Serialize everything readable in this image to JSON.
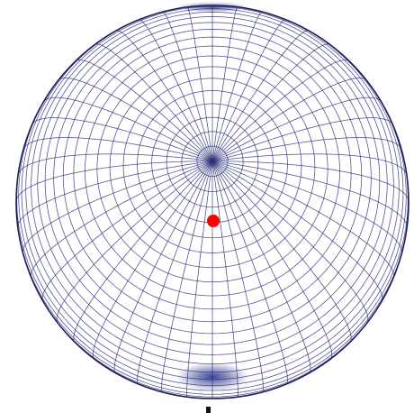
{
  "figure": {
    "subject": "sphere-wireframe",
    "mesh": {
      "parallels": 40,
      "meridians": 48,
      "tilt_degrees": 78
    },
    "center_marker": {
      "shape": "dot"
    }
  },
  "colors": {
    "background": "#ffffff",
    "mesh_line": "#2a2f7a",
    "outline": "#1c1f5c",
    "pole_shade": "#1a237e",
    "marker": "#ff0000",
    "stub": "#111111"
  }
}
